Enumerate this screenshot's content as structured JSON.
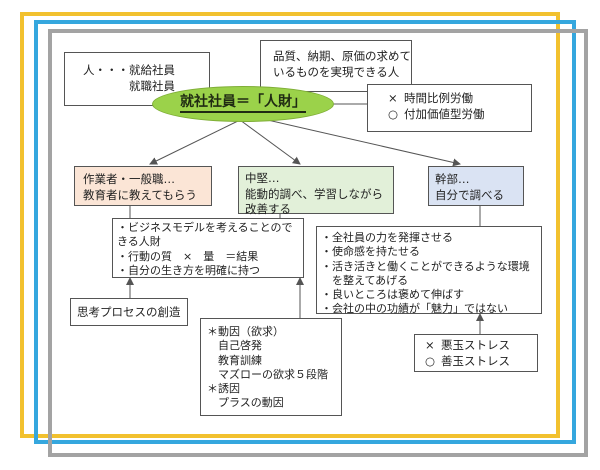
{
  "frame_colors": {
    "yellow": "#f2c12e",
    "blue": "#35a7de",
    "gray": "#a3a3a3"
  },
  "box_colors": {
    "orange": "#fbe5d6",
    "green": "#e2f0d9",
    "blue": "#dae3f3",
    "ellipse": "#9bd24a"
  },
  "top_left": {
    "lines": [
      "人・・・就給社員",
      "　　　　就職社員"
    ]
  },
  "top_right": {
    "lines": [
      "品質、納期、原価の求めて",
      "いるものを実現できる人"
    ]
  },
  "title": "就社社員＝「人財」",
  "labor": {
    "items": [
      {
        "mark": "×",
        "label": "時間比例労働"
      },
      {
        "mark": "○",
        "label": "付加価値型労働"
      }
    ]
  },
  "level_worker": {
    "lines": [
      "作業者・一般職…",
      "教育者に教えてもらう"
    ]
  },
  "level_mid": {
    "lines": [
      "中堅…",
      "能動的調べ、学習しながら",
      "改善する"
    ]
  },
  "level_exec": {
    "lines": [
      "幹部…",
      "自分で調べる"
    ]
  },
  "business_model": {
    "lines": [
      "・ビジネスモデルを考えることので",
      "きる人財",
      "・行動の質　×　量　＝結果",
      "・自分の生き方を明確に持つ"
    ]
  },
  "exec_detail": {
    "lines": [
      "・全社員の力を発揮させる",
      "・使命感を持たせる",
      "・活き活きと働くことができるような環境",
      "　を整えてあげる",
      "・良いところは褒めて伸ばす",
      "・会社の中の功績が「魅力」ではない"
    ]
  },
  "thinking": {
    "label": "思考プロセスの創造"
  },
  "motivation": {
    "lines": [
      "＊動因（欲求）",
      "　自己啓発",
      "　教育訓練",
      "　マズローの欲求５段階",
      "＊誘因",
      "　プラスの動因"
    ]
  },
  "stress": {
    "items": [
      {
        "mark": "×",
        "label": "悪玉ストレス"
      },
      {
        "mark": "○",
        "label": "善玉ストレス"
      }
    ]
  }
}
